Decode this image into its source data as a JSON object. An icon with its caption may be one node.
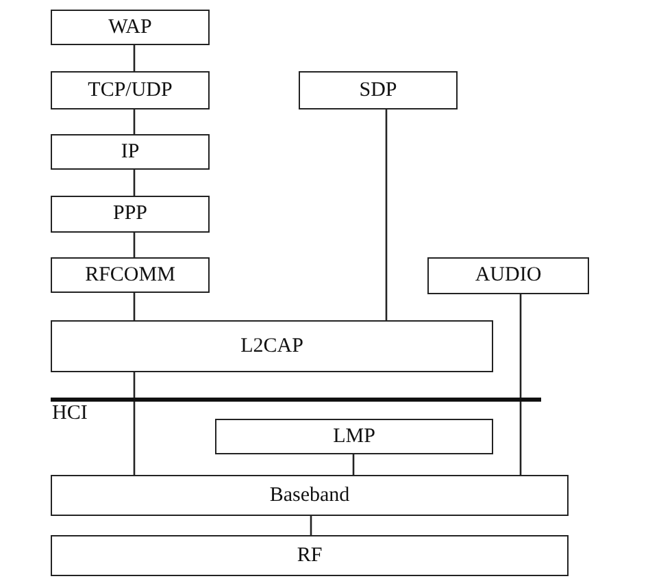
{
  "diagram": {
    "nodes": [
      {
        "text": [
          "WAP"
        ]
      },
      {
        "text": [
          "TCP/UDP"
        ]
      },
      {
        "text": [
          "IP"
        ]
      },
      {
        "text": [
          "PPP"
        ]
      },
      {
        "text": [
          "RFCOMM"
        ]
      },
      {
        "text": [
          "SDP"
        ]
      },
      {
        "text": [
          "AUDIO"
        ]
      },
      {
        "text": [
          "L2CAP"
        ]
      },
      {
        "text": [
          "LMP"
        ]
      },
      {
        "text": [
          "Baseband"
        ]
      },
      {
        "text": [
          "RF"
        ]
      }
    ],
    "edges": [
      {
        "from": 0,
        "to": 1,
        "arrow": "none"
      },
      {
        "from": 1,
        "to": 2,
        "arrow": "none"
      },
      {
        "from": 2,
        "to": 3,
        "arrow": "none"
      },
      {
        "from": 3,
        "to": 4,
        "arrow": "none"
      },
      {
        "from": 4,
        "to": 7,
        "arrow": "none"
      },
      {
        "from": 5,
        "to": 7,
        "arrow": "none"
      },
      {
        "from": 6,
        "to": 9,
        "arrow": "none"
      },
      {
        "from": 7,
        "to": 9,
        "arrow": "none"
      },
      {
        "from": 8,
        "to": 9,
        "arrow": "none"
      },
      {
        "from": 9,
        "to": 10,
        "arrow": "none"
      }
    ],
    "labels": [
      "HCI"
    ]
  }
}
